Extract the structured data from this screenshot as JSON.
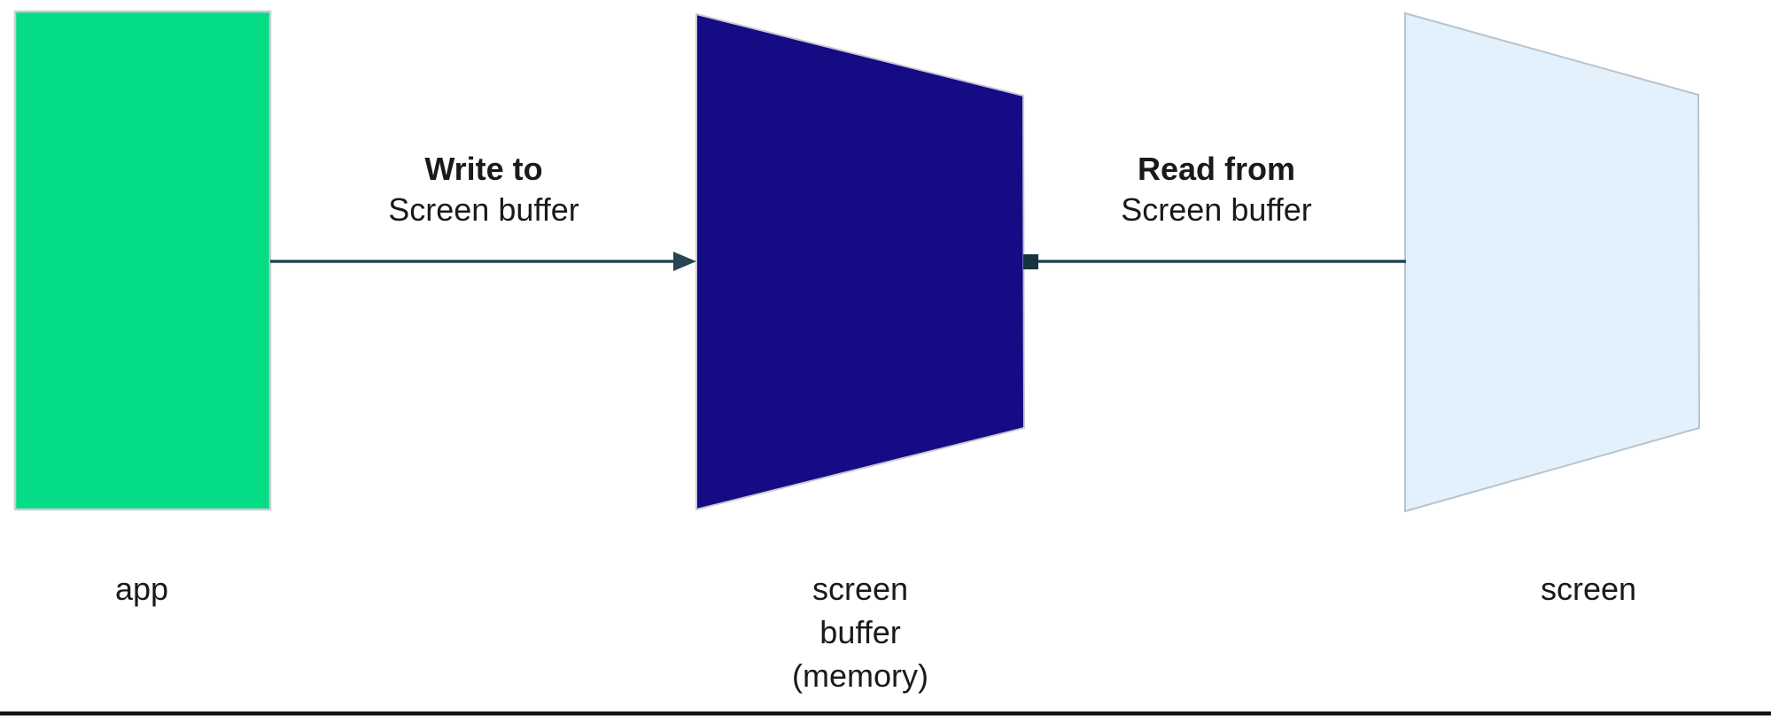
{
  "diagram": {
    "nodes": {
      "app": {
        "label": "app"
      },
      "buffer": {
        "line1": "screen",
        "line2": "buffer",
        "line3": "(memory)"
      },
      "screen": {
        "label": "screen"
      }
    },
    "edges": {
      "write": {
        "title": "Write to",
        "subtitle": "Screen buffer"
      },
      "read": {
        "title": "Read from",
        "subtitle": "Screen buffer"
      }
    }
  },
  "colors": {
    "app_fill": "#04DD86",
    "app_stroke": "#c9cdd1",
    "buffer_fill": "#150C85",
    "buffer_stroke": "#c9c9d2",
    "screen_fill": "#E2F1FB",
    "screen_stroke": "#b9c3cc",
    "connector": "#264452",
    "square_marker_fill": "#17333E",
    "square_marker_stroke": "#a5bcc7",
    "bottom_rule": "#101018"
  }
}
